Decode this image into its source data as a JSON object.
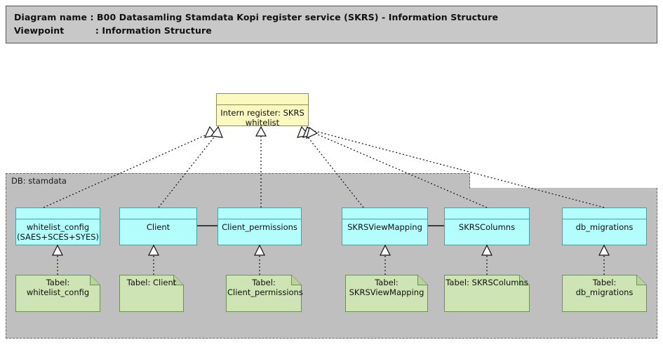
{
  "header": {
    "line1_key": "Diagram name :",
    "line1_value": "B00 Datasamling Stamdata Kopi register service (SKRS) - Information Structure",
    "line2_key": "Viewpoint",
    "line2_value": ": Information Structure",
    "line1": "Diagram name : B00 Datasamling Stamdata Kopi register service (SKRS) - Information Structure",
    "line2": "Viewpoint          : Information Structure",
    "background_color": "#c8c8c8",
    "border_color": "#555555"
  },
  "group": {
    "label": "DB: stamdata",
    "background_color": "#bfbfbf",
    "border_color": "#6b6b6b",
    "border_style": "dashed"
  },
  "root_object": {
    "label": "Intern register: SKRS\nwhitelist",
    "fill_color": "#fbf8c0",
    "border_color": "#8f8f4a"
  },
  "data_objects": [
    {
      "id": "whitelist_config",
      "label": "whitelist_config\n(SAES+SCES+SYES)",
      "fill_color": "#b4fdfd"
    },
    {
      "id": "client",
      "label": "Client",
      "fill_color": "#b4fdfd"
    },
    {
      "id": "client_permissions",
      "label": "Client_permissions",
      "fill_color": "#b4fdfd"
    },
    {
      "id": "skrsviewmapping",
      "label": "SKRSViewMapping",
      "fill_color": "#b4fdfd"
    },
    {
      "id": "skrscolumns",
      "label": "SKRSColumns",
      "fill_color": "#b4fdfd"
    },
    {
      "id": "db_migrations",
      "label": "db_migrations",
      "fill_color": "#b4fdfd"
    }
  ],
  "table_notes": [
    {
      "id": "tabel_whitelist_config",
      "label": "Tabel:\nwhitelist_config",
      "fill_color": "#cfe4b4"
    },
    {
      "id": "tabel_client",
      "label": "Tabel: Client",
      "fill_color": "#cfe4b4"
    },
    {
      "id": "tabel_client_permissions",
      "label": "Tabel:\nClient_permissions",
      "fill_color": "#cfe4b4"
    },
    {
      "id": "tabel_skrsviewmapping",
      "label": "Tabel:\nSKRSViewMapping",
      "fill_color": "#cfe4b4"
    },
    {
      "id": "tabel_skrscolumns",
      "label": "Tabel: SKRSColumns",
      "fill_color": "#cfe4b4"
    },
    {
      "id": "tabel_db_migrations",
      "label": "Tabel: db_migrations",
      "fill_color": "#cfe4b4"
    }
  ],
  "connectors": {
    "realization_style": "dotted line with hollow triangle arrowhead",
    "association_style": "solid line",
    "line_color": "#111111"
  }
}
